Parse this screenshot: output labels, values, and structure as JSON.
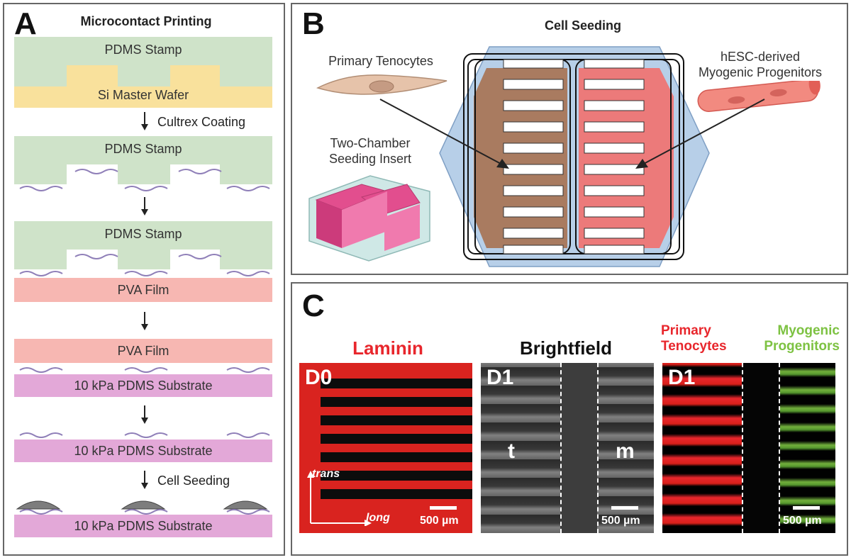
{
  "panel_a": {
    "label": "A",
    "title": "Microcontact Printing",
    "stamp": "PDMS Stamp",
    "wafer": "Si Master Wafer",
    "step_coating": "Cultrex Coating",
    "pva": "PVA Film",
    "substrate": "10 kPa PDMS Substrate",
    "step_seeding": "Cell Seeding"
  },
  "panel_b": {
    "label": "B",
    "title": "Cell Seeding",
    "tenocytes": "Primary Tenocytes",
    "insert": "Two-Chamber\nSeeding Insert",
    "myogenic": "hESC-derived\nMyogenic Progenitors"
  },
  "panel_c": {
    "label": "C",
    "laminin_title": "Laminin",
    "brightfield_title": "Brightfield",
    "tenocytes_title": "Primary\nTenocytes",
    "progenitors_title": "Myogenic\nProgenitors",
    "d0": "D0",
    "d1": "D1",
    "d1b": "D1",
    "trans": "trans",
    "long": "long",
    "t": "t",
    "m": "m",
    "scale": "500 µm",
    "colors": {
      "red": "#e8262c",
      "green": "#7dc242"
    }
  }
}
